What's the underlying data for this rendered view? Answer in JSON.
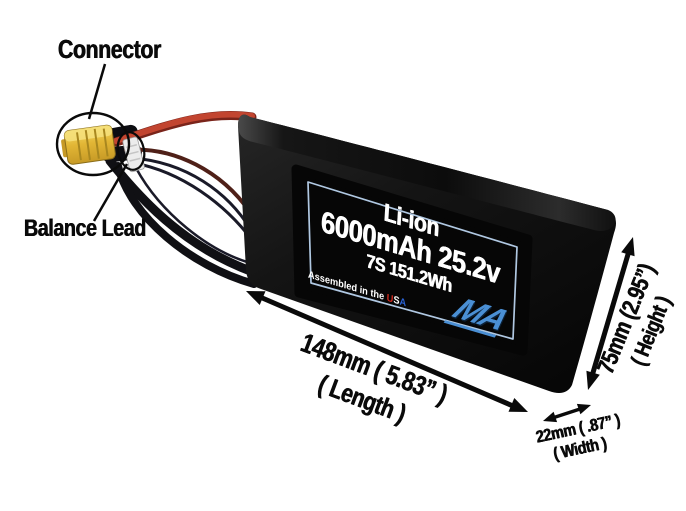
{
  "callouts": {
    "connector": "Connector",
    "balance_lead": "Balance Lead"
  },
  "battery_label": {
    "chemistry": "Li-ion",
    "capacity_voltage": "6000mAh 25.2v",
    "config_energy": "7S 151.2Wh",
    "assembled_prefix": "Assembled in the ",
    "assembled_u": "U",
    "assembled_s": "S",
    "assembled_a": "A",
    "logo_text": "MA"
  },
  "dimensions": {
    "length": {
      "value": "148mm ( 5.83” )",
      "label": "( Length )"
    },
    "height": {
      "value": "75mm (2.95”)",
      "label": "( Height )"
    },
    "width": {
      "value": "22mm ( .87” )",
      "label": "( Width )"
    }
  },
  "colors": {
    "background": "#ffffff",
    "battery_black": "#111111",
    "label_border_blue": "#b9d3ee",
    "logo_blue": "#4a8fd4",
    "connector_yellow": "#e7bd3a",
    "wire_red": "#c24530",
    "wire_dark": "#14141c",
    "usa_red": "#d42a1e",
    "usa_blue": "#2a62d4",
    "annotation_black": "#0a0a0a"
  }
}
